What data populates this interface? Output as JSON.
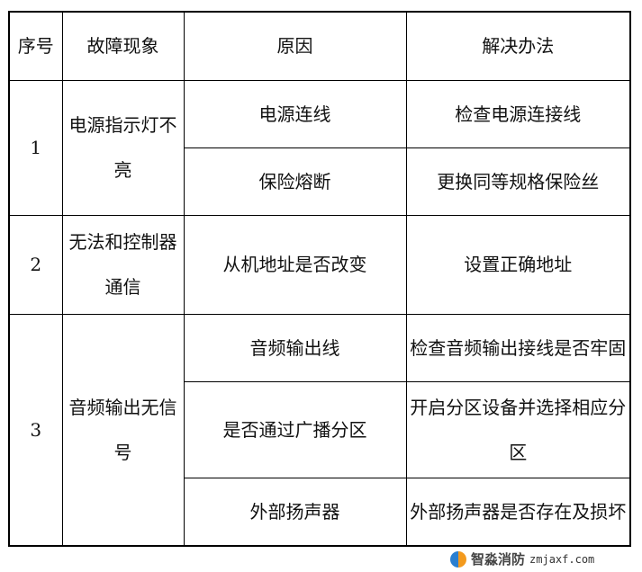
{
  "headers": [
    "序号",
    "故障现象",
    "原因",
    "解决办法"
  ],
  "rows": [
    {
      "no": "1",
      "symptom": "电源指示灯不亮",
      "causes": [
        {
          "cause": "电源连线",
          "solution": "检查电源连接线"
        },
        {
          "cause": "保险熔断",
          "solution": "更换同等规格保险丝"
        }
      ]
    },
    {
      "no": "2",
      "symptom": "无法和控制器通信",
      "causes": [
        {
          "cause": "从机地址是否改变",
          "solution": "设置正确地址"
        }
      ]
    },
    {
      "no": "3",
      "symptom": "音频输出无信号",
      "causes": [
        {
          "cause": "音频输出线",
          "solution": "检查音频输出接线是否牢固"
        },
        {
          "cause": "是否通过广播分区",
          "solution": "开启分区设备并选择相应分区"
        },
        {
          "cause": "外部扬声器",
          "solution": "外部扬声器是否存在及损坏"
        }
      ]
    }
  ],
  "watermark": {
    "name": "智淼消防",
    "url": "zmjaxf.com"
  }
}
